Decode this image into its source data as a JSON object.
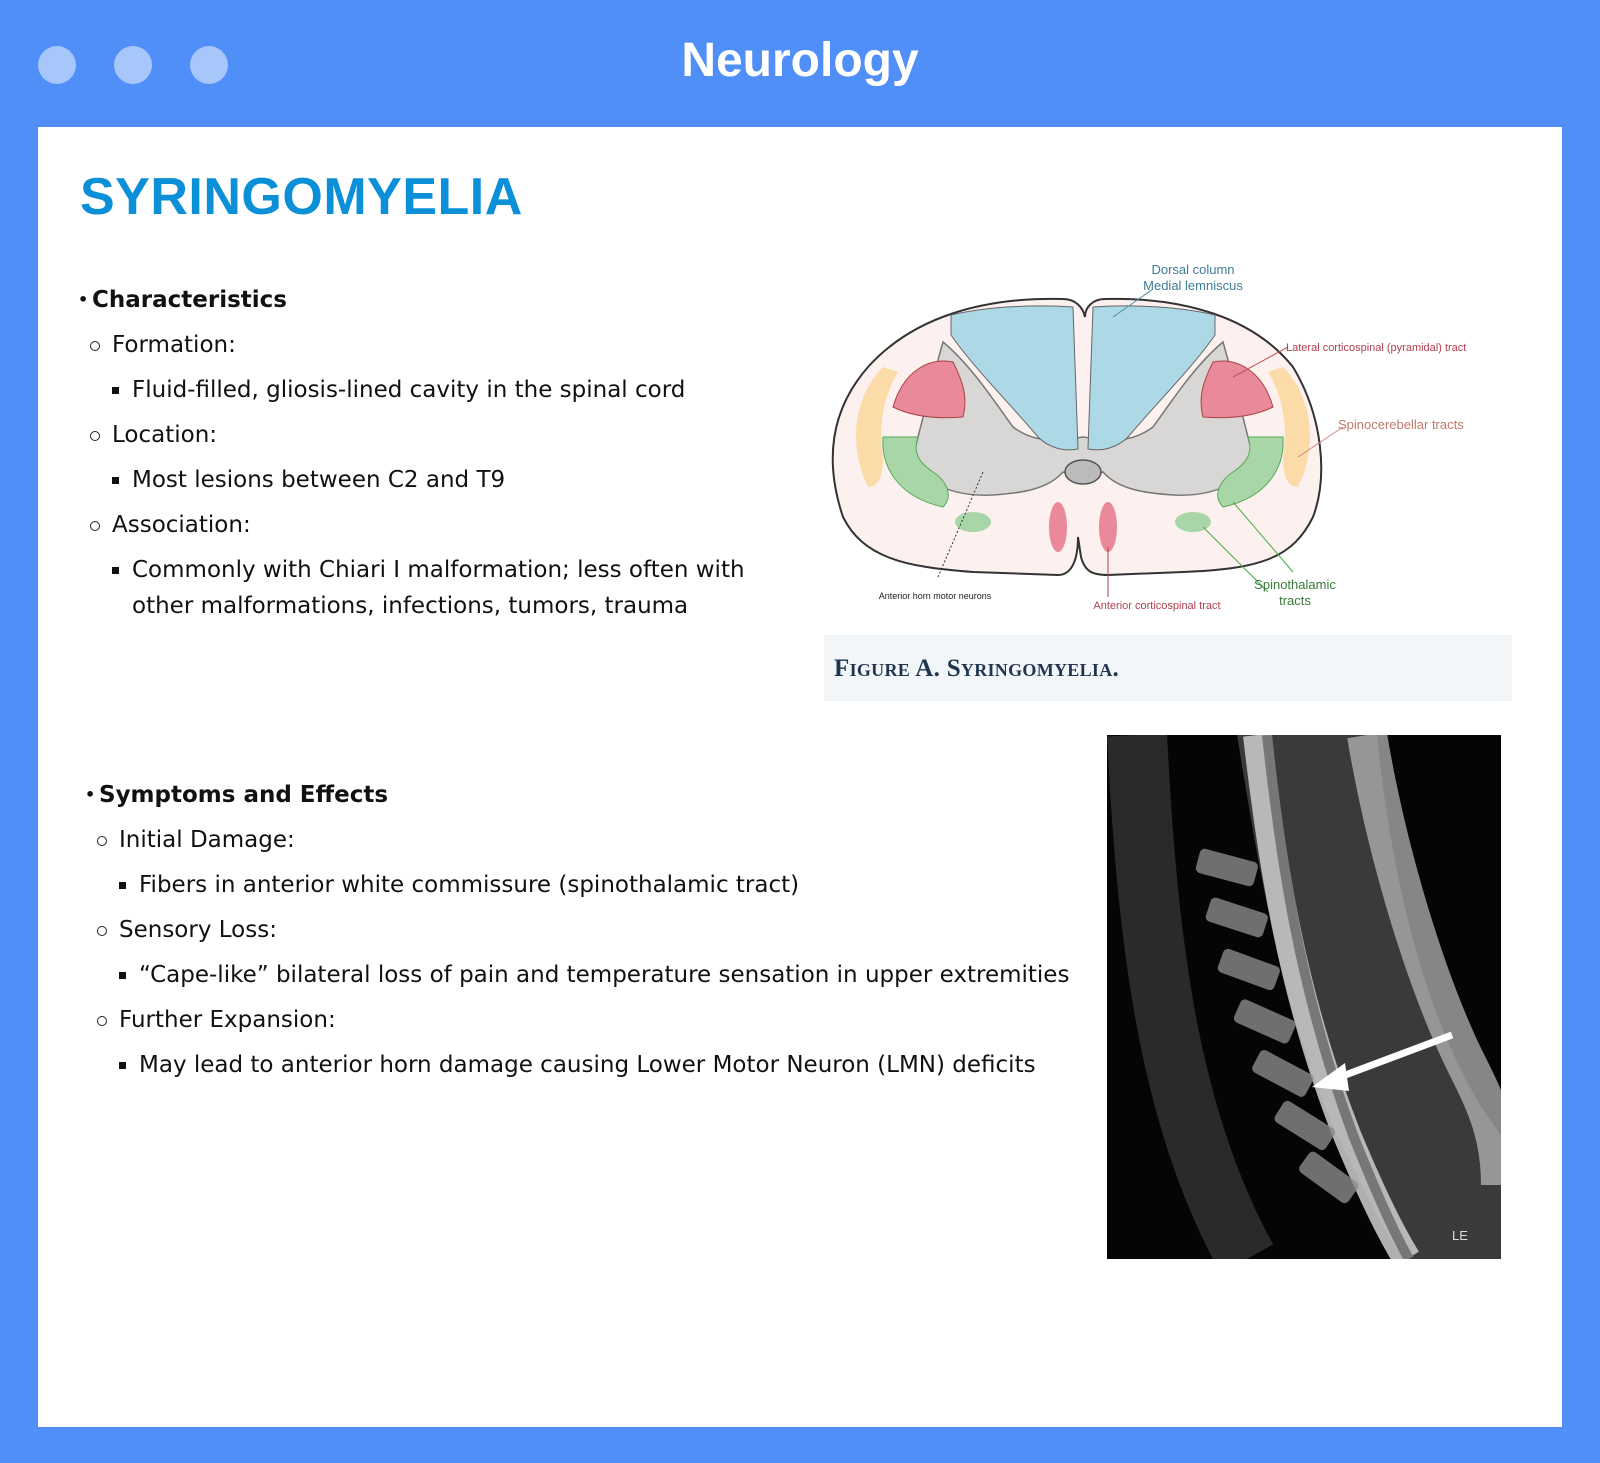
{
  "window": {
    "title": "Neurology"
  },
  "page": {
    "title": "SYRINGOMYELIA"
  },
  "characteristics": {
    "heading": "Characteristics",
    "items": [
      {
        "label": "Formation:",
        "detail": "Fluid-filled, gliosis-lined cavity in the spinal cord"
      },
      {
        "label": "Location:",
        "detail": "Most lesions between C2 and T9"
      },
      {
        "label": "Association:",
        "detail": "Commonly with Chiari I malformation; less often with other malformations, infections, tumors, trauma"
      }
    ]
  },
  "symptoms": {
    "heading": "Symptoms and Effects",
    "items": [
      {
        "label": "Initial Damage:",
        "detail": "Fibers in anterior white commissure (spinothalamic tract)"
      },
      {
        "label": "Sensory Loss:",
        "detail": "“Cape-like” bilateral loss of pain and temperature sensation in upper extremities"
      },
      {
        "label": "Further Expansion:",
        "detail": "May lead to anterior horn damage causing Lower Motor Neuron (LMN) deficits"
      }
    ]
  },
  "figure_a": {
    "labels": {
      "dorsal_1": "Dorsal column",
      "dorsal_2": "Medial lemniscus",
      "lateral_cst": "Lateral corticospinal (pyramidal) tract",
      "spinocerebellar": "Spinocerebellar tracts",
      "spinothalamic_1": "Spinothalamic",
      "spinothalamic_2": "tracts",
      "anterior_cst": "Anterior corticospinal tract",
      "anterior_horn": "Anterior horn motor neurons"
    },
    "caption": "Figure A. Syringomyelia."
  },
  "mri": {
    "corner_text": "LE"
  }
}
